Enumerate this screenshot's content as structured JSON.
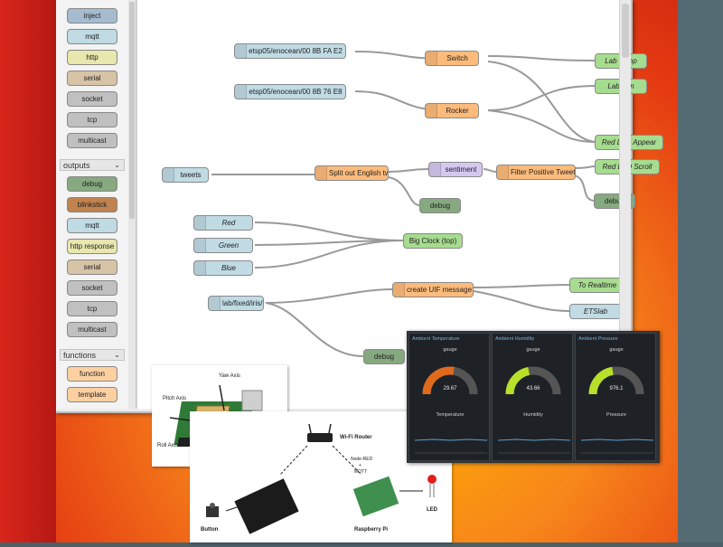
{
  "palette": {
    "inputs_nodes": [
      {
        "label": "inject",
        "color": "#a6bbcf"
      },
      {
        "label": "mqtt",
        "color": "#c0dbe4"
      },
      {
        "label": "http",
        "color": "#e7e7ae"
      },
      {
        "label": "serial",
        "color": "#d7c4a6"
      },
      {
        "label": "socket",
        "color": "#c0c0c0"
      },
      {
        "label": "tcp",
        "color": "#c0c0c0"
      },
      {
        "label": "multicast",
        "color": "#c0c0c0"
      }
    ],
    "outputs_header": "outputs",
    "outputs_nodes": [
      {
        "label": "debug",
        "color": "#87a980"
      },
      {
        "label": "blinkstick",
        "color": "#c0834f"
      },
      {
        "label": "mqtt",
        "color": "#c0dbe4"
      },
      {
        "label": "http response",
        "color": "#e7e7ae"
      },
      {
        "label": "serial",
        "color": "#d7c4a6"
      },
      {
        "label": "socket",
        "color": "#c0c0c0"
      },
      {
        "label": "tcp",
        "color": "#c0c0c0"
      },
      {
        "label": "multicast",
        "color": "#c0c0c0"
      }
    ],
    "functions_header": "functions",
    "functions_nodes": [
      {
        "label": "function",
        "color": "#fdd0a2"
      },
      {
        "label": "template",
        "color": "#fdd0a2"
      }
    ]
  },
  "flow": {
    "enocean1": "etsp05/enocean/00 8B FA E2",
    "enocean2": "etsp05/enocean/00 8B 76 E8",
    "switch": "Switch",
    "rocker": "Rocker",
    "lab_lamp": "Lab Lamp",
    "lab_fan": "Lab Fan",
    "red_led_appear": "Red LED Appear",
    "tweets": "tweets",
    "split": "Split out English tweets",
    "sentiment": "sentiment",
    "filter": "Filter Positive Tweets",
    "red_led_scroll": "Red LED Scroll",
    "debug1": "debug",
    "debug2": "debug",
    "red": "Red",
    "green": "Green",
    "blue": "Blue",
    "big_clock": "Big Clock (top)",
    "lab_fixed": "lab/fixed/iris/id",
    "create_uif": "create UIF message",
    "to_realtime": "To Realtime",
    "etslab": "ETSlab",
    "debug3": "debug"
  },
  "sense_hat": {
    "yaw": "Yaw Axis",
    "pitch": "Pitch Axis",
    "roll": "Roll Axis"
  },
  "network": {
    "router": "Wi-Fi Router",
    "nodered": "Node-RED",
    "plus": "+",
    "mqtt": "MQTT",
    "rpi": "Raspberry Pi",
    "led": "LED",
    "button": "Button"
  },
  "dashboard": {
    "panels": [
      {
        "title": "Ambient Temperature",
        "gauge": "gauge",
        "value": "29.67",
        "chart": "Temperature",
        "fraction": 0.55,
        "color": "#e06a1b"
      },
      {
        "title": "Ambient Humidity",
        "gauge": "gauge",
        "value": "43.66",
        "chart": "Humidity",
        "fraction": 0.44,
        "color": "#b8e02a"
      },
      {
        "title": "Ambient Pressure",
        "gauge": "gauge",
        "value": "976.1",
        "chart": "Pressure",
        "fraction": 0.45,
        "color": "#b8e02a"
      }
    ]
  }
}
